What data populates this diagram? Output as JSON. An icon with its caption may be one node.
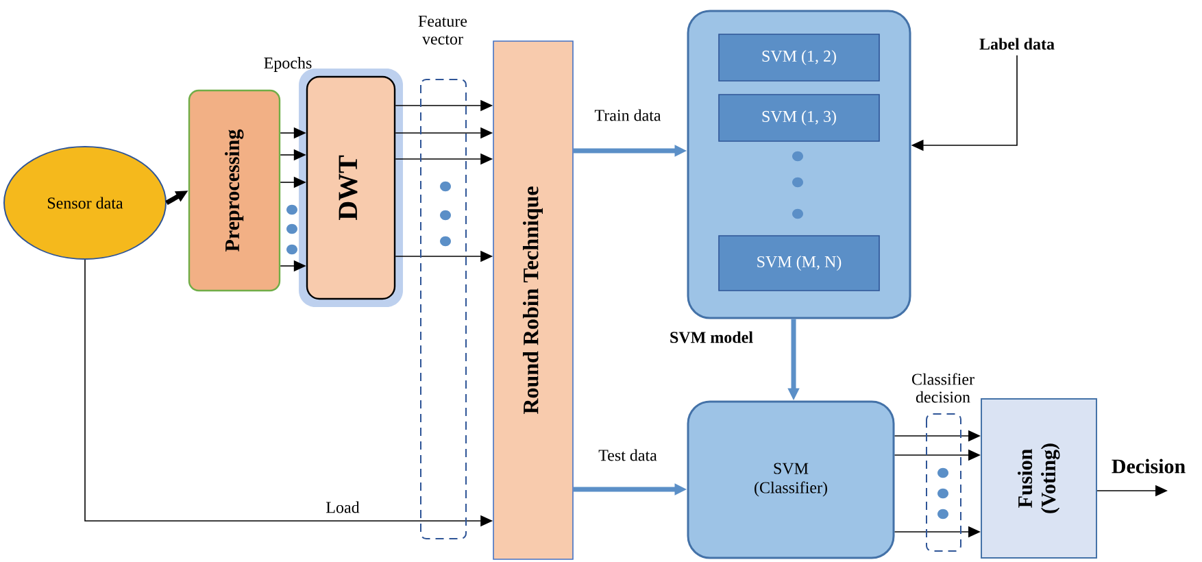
{
  "diagram": {
    "nodes": [
      {
        "text": [
          "Sensor data"
        ]
      },
      {
        "text": [
          "Preprocessing"
        ]
      },
      {
        "text": [
          "DWT"
        ]
      },
      {
        "text": [
          "Round Robin Technique"
        ]
      },
      {
        "text": [],
        "shape": "box"
      },
      {
        "text": [
          "SVM (1, 2)"
        ],
        "in": 4
      },
      {
        "text": [
          "SVM (1, 3)"
        ],
        "in": 4
      },
      {
        "text": [
          "SVM (M, N)"
        ],
        "in": 4
      },
      {
        "text": [
          "SVM",
          "(Classifier)"
        ]
      },
      {
        "text": [
          "Fusion",
          "(Voting)"
        ]
      },
      {
        "text": [
          "Label data"
        ]
      }
    ],
    "edges": [
      {
        "from": 0,
        "to": 1,
        "arrow": "to",
        "style": "thick"
      },
      {
        "from": 1,
        "to": 2,
        "arrow": "to"
      },
      {
        "from": 1,
        "to": 2,
        "arrow": "to"
      },
      {
        "from": 1,
        "to": 2,
        "arrow": "to"
      },
      {
        "from": 1,
        "to": 2,
        "arrow": "to"
      },
      {
        "from": 2,
        "to": 3,
        "arrow": "to"
      },
      {
        "from": 2,
        "to": 3,
        "arrow": "to"
      },
      {
        "from": 2,
        "to": 3,
        "arrow": "to"
      },
      {
        "from": 2,
        "to": 3,
        "arrow": "to"
      },
      {
        "from": 0,
        "to": 3,
        "arrow": "to",
        "label": "Load"
      },
      {
        "from": 3,
        "to": 4,
        "arrow": "to",
        "label": "Train data",
        "style": "thick",
        "color": "#5b8fc7"
      },
      {
        "from": 10,
        "to": 4,
        "arrow": "to"
      },
      {
        "from": 4,
        "to": 8,
        "arrow": "to",
        "label": "SVM model",
        "style": "thick",
        "color": "#5b8fc7"
      },
      {
        "from": 3,
        "to": 8,
        "arrow": "to",
        "label": "Test data",
        "style": "thick",
        "color": "#5b8fc7"
      },
      {
        "from": 8,
        "to": 9,
        "arrow": "to"
      },
      {
        "from": 8,
        "to": 9,
        "arrow": "to"
      },
      {
        "from": 8,
        "to": 9,
        "arrow": "to"
      },
      {
        "from": 9,
        "to": null,
        "arrow": "to",
        "label": "Decision"
      }
    ],
    "labels": [
      "Epochs",
      "Feature vector",
      "Classifier decision"
    ]
  }
}
